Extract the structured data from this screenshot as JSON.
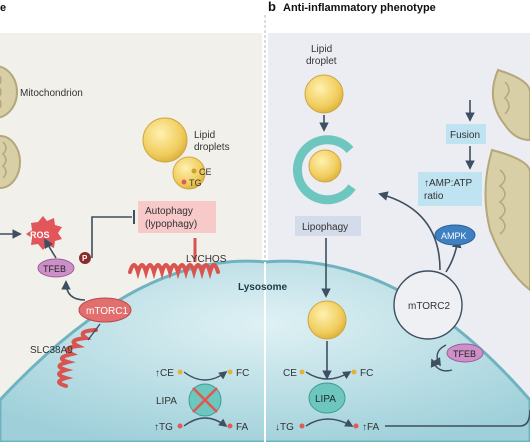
{
  "panel_left": {
    "title_fragment": "e",
    "mitochondrion": "Mitochondrion",
    "lipid_droplets": [
      "Lipid",
      "droplets"
    ],
    "ce": "CE",
    "tg": "TG",
    "ros": "ROS",
    "autophagy": [
      "Autophagy",
      "(lypophagy)"
    ],
    "tfeb": "TFEB",
    "p": "P",
    "mtorc1": "mTORC1",
    "lychos": "LYCHOS",
    "slc38a9": "SLC38A9",
    "lysosome": "Lysosome",
    "lipa": "LIPA",
    "up_ce": "↑CE",
    "fc": "FC",
    "up_tg": "↑TG",
    "fa": "FA"
  },
  "panel_right": {
    "letter": "b",
    "title": "Anti-inflammatory phenotype",
    "lipid_droplet": [
      "Lipid",
      "droplet"
    ],
    "lipophagy": "Lipophagy",
    "fusion": "Fusion",
    "amp_atp": [
      "↑AMP:ATP",
      "ratio"
    ],
    "ampk": "AMPK",
    "mtorc2": "mTORC2",
    "tfeb": "TFEB",
    "ce": "CE",
    "fc": "FC",
    "lipa": "LIPA",
    "down_tg": "↓TG",
    "up_fa": "↑FA"
  },
  "colors": {
    "panel_bg": "#f1f0ea",
    "lysosome_fill": "#c8e4ea",
    "lysosome_edge": "#6fb3c1",
    "droplet": "#f0cc5c",
    "mito": "#d8cfa7",
    "mtor": "#e36e6e",
    "tfeb": "#cc8fc8",
    "ros": "#e2555b",
    "autophagy_box": "#f8c9c9",
    "lipophagy_box": "#d4dbea",
    "fusion_box": "#bfe3f1",
    "ampk": "#3f80c2",
    "lipa": "#6ec7bf",
    "arrow": "#3d4f60"
  }
}
